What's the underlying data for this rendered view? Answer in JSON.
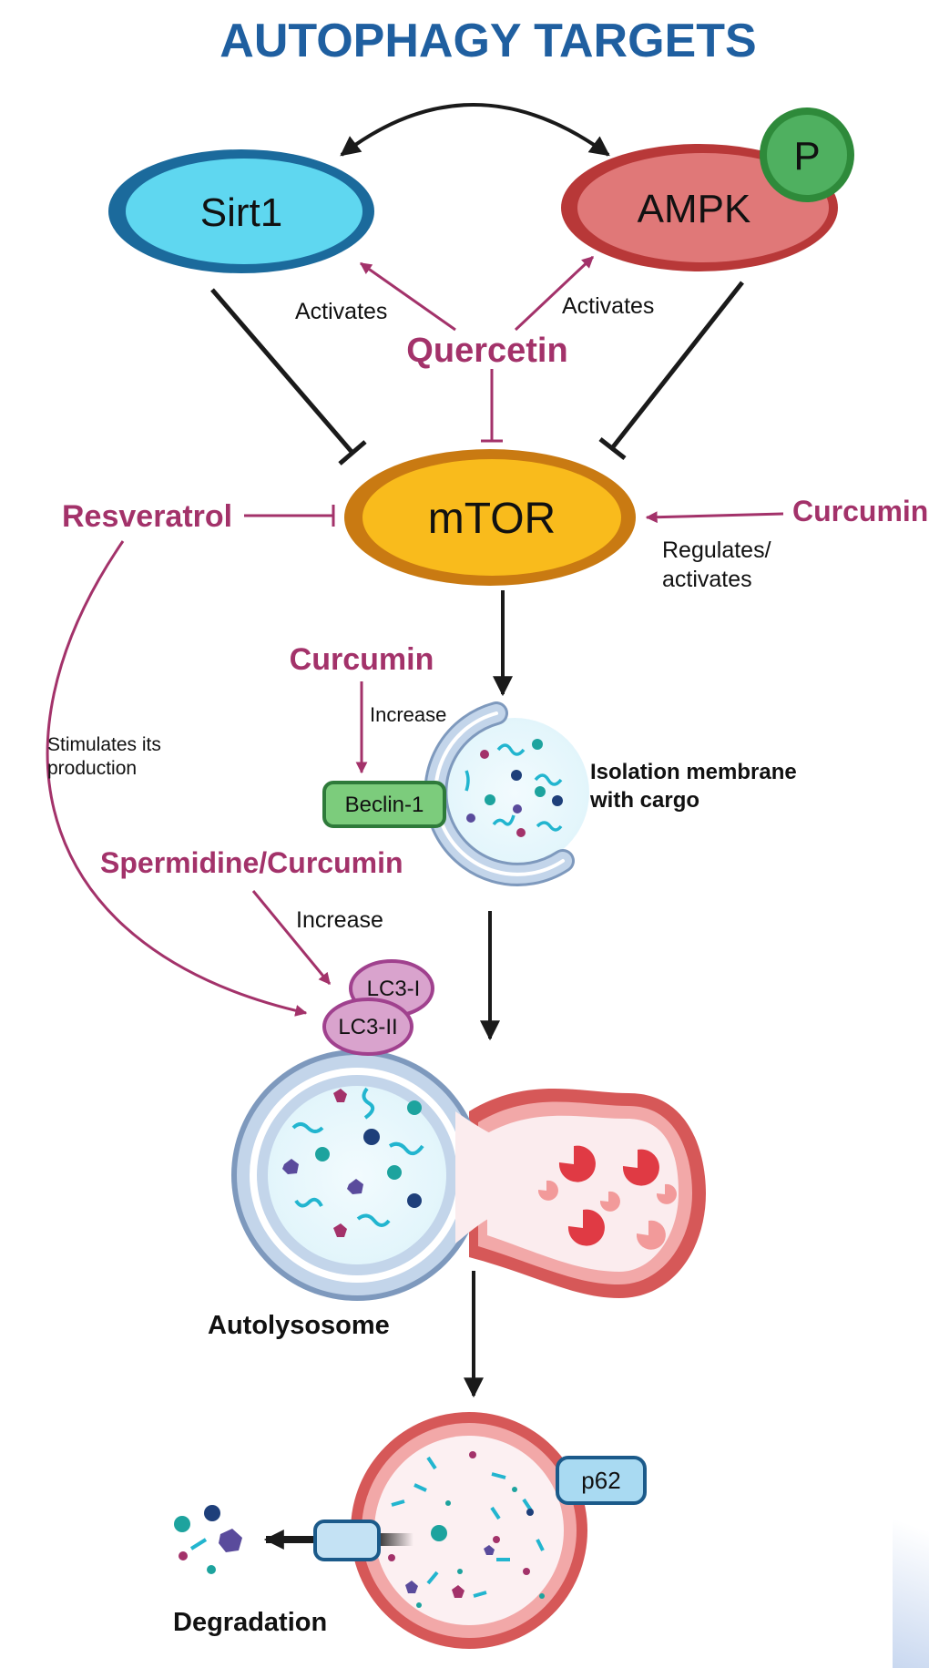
{
  "title": "AUTOPHAGY TARGETS",
  "nodes": {
    "sirt1": "Sirt1",
    "ampk": "AMPK",
    "phospho": "P",
    "mtor": "mTOR",
    "beclin": "Beclin-1",
    "lc3i": "LC3-I",
    "lc3ii": "LC3-II",
    "p62": "p62"
  },
  "compounds": {
    "quercetin": "Quercetin",
    "resveratrol": "Resveratrol",
    "curcumin_right": "Curcumin",
    "curcumin_mid": "Curcumin",
    "spermidine_curcumin": "Spermidine/Curcumin"
  },
  "labels": {
    "activates_left": "Activates",
    "activates_right": "Activates",
    "regulates_line1": "Regulates/",
    "regulates_line2": "activates",
    "increase_beclin": "Increase",
    "increase_lc3": "Increase",
    "stimulates_line1": "Stimulates its",
    "stimulates_line2": "production",
    "isolation_line1": "Isolation membrane",
    "isolation_line2": "with cargo",
    "autolysosome": "Autolysosome",
    "degradation": "Degradation"
  },
  "colors": {
    "title": "#1f5fa0",
    "compound": "#a3326a",
    "sirt1_fill": "#5fd7f0",
    "sirt1_border": "#1b6a9c",
    "ampk_fill": "#e07878",
    "ampk_border": "#b83838",
    "phospho_fill": "#4fb060",
    "mtor_fill": "#f9bb1c",
    "mtor_border": "#c97a12",
    "membrane": "#a5bfdc",
    "lysosome": "#e88a8a"
  }
}
